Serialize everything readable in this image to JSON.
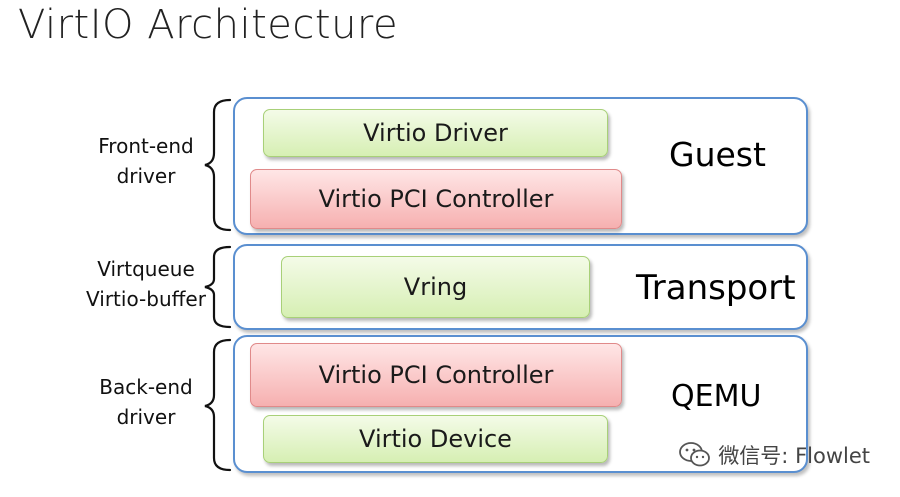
{
  "title": "VirtIO Architecture",
  "side_labels": {
    "frontend": [
      "Front-end",
      "driver"
    ],
    "transport": [
      "Virtqueue",
      "Virtio-buffer"
    ],
    "backend": [
      "Back-end",
      "driver"
    ]
  },
  "layers": {
    "guest": {
      "label": "Guest",
      "blocks": [
        "Virtio Driver",
        "Virtio PCI Controller"
      ]
    },
    "transport": {
      "label": "Transport",
      "blocks": [
        "Vring"
      ]
    },
    "qemu": {
      "label": "QEMU",
      "blocks": [
        "Virtio PCI Controller",
        "Virtio Device"
      ]
    }
  },
  "watermark": {
    "text": "微信号: Flowlet",
    "icon": "wechat-icon"
  },
  "colors": {
    "layer_border": "#5a8fd0",
    "green_block": "#d6efb3",
    "red_block": "#f6b0b0"
  }
}
